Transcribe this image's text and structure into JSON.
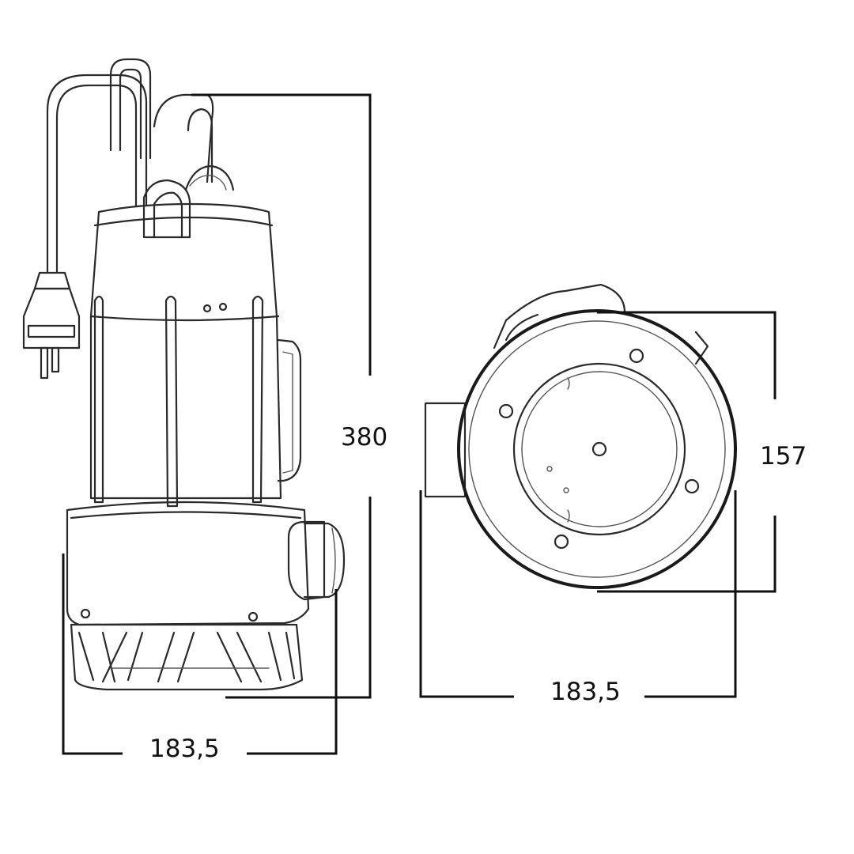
{
  "dimensions": {
    "side_height": "380",
    "side_width": "183,5",
    "bottom_width": "183,5",
    "bottom_depth": "157"
  }
}
